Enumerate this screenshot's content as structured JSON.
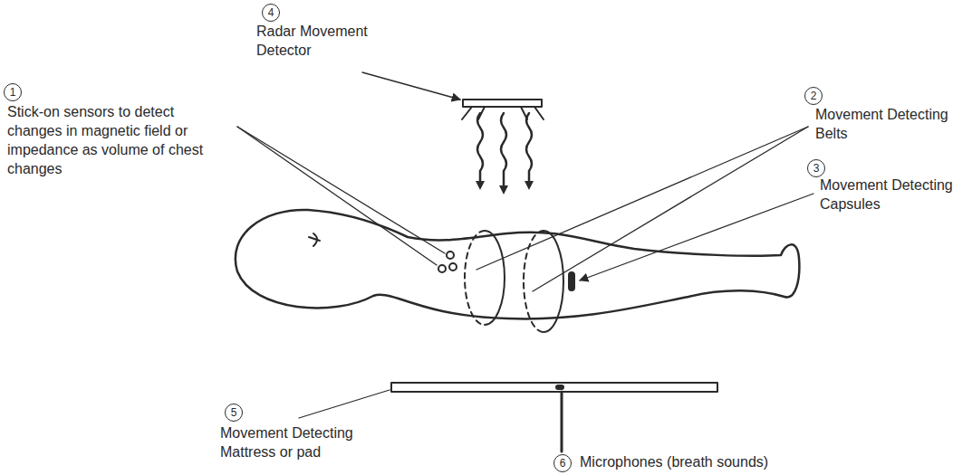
{
  "diagram": {
    "labels": [
      "1",
      "Stick-on sensors to detect changes in magnetic field or impedance as volume of chest changes",
      "4",
      "Radar Movement Detector",
      "2",
      "Movement Detecting Belts",
      "3",
      "Movement Detecting Capsules",
      "5",
      "Movement Detecting Mattress or pad",
      "6",
      "Microphones (breath sounds)"
    ]
  }
}
